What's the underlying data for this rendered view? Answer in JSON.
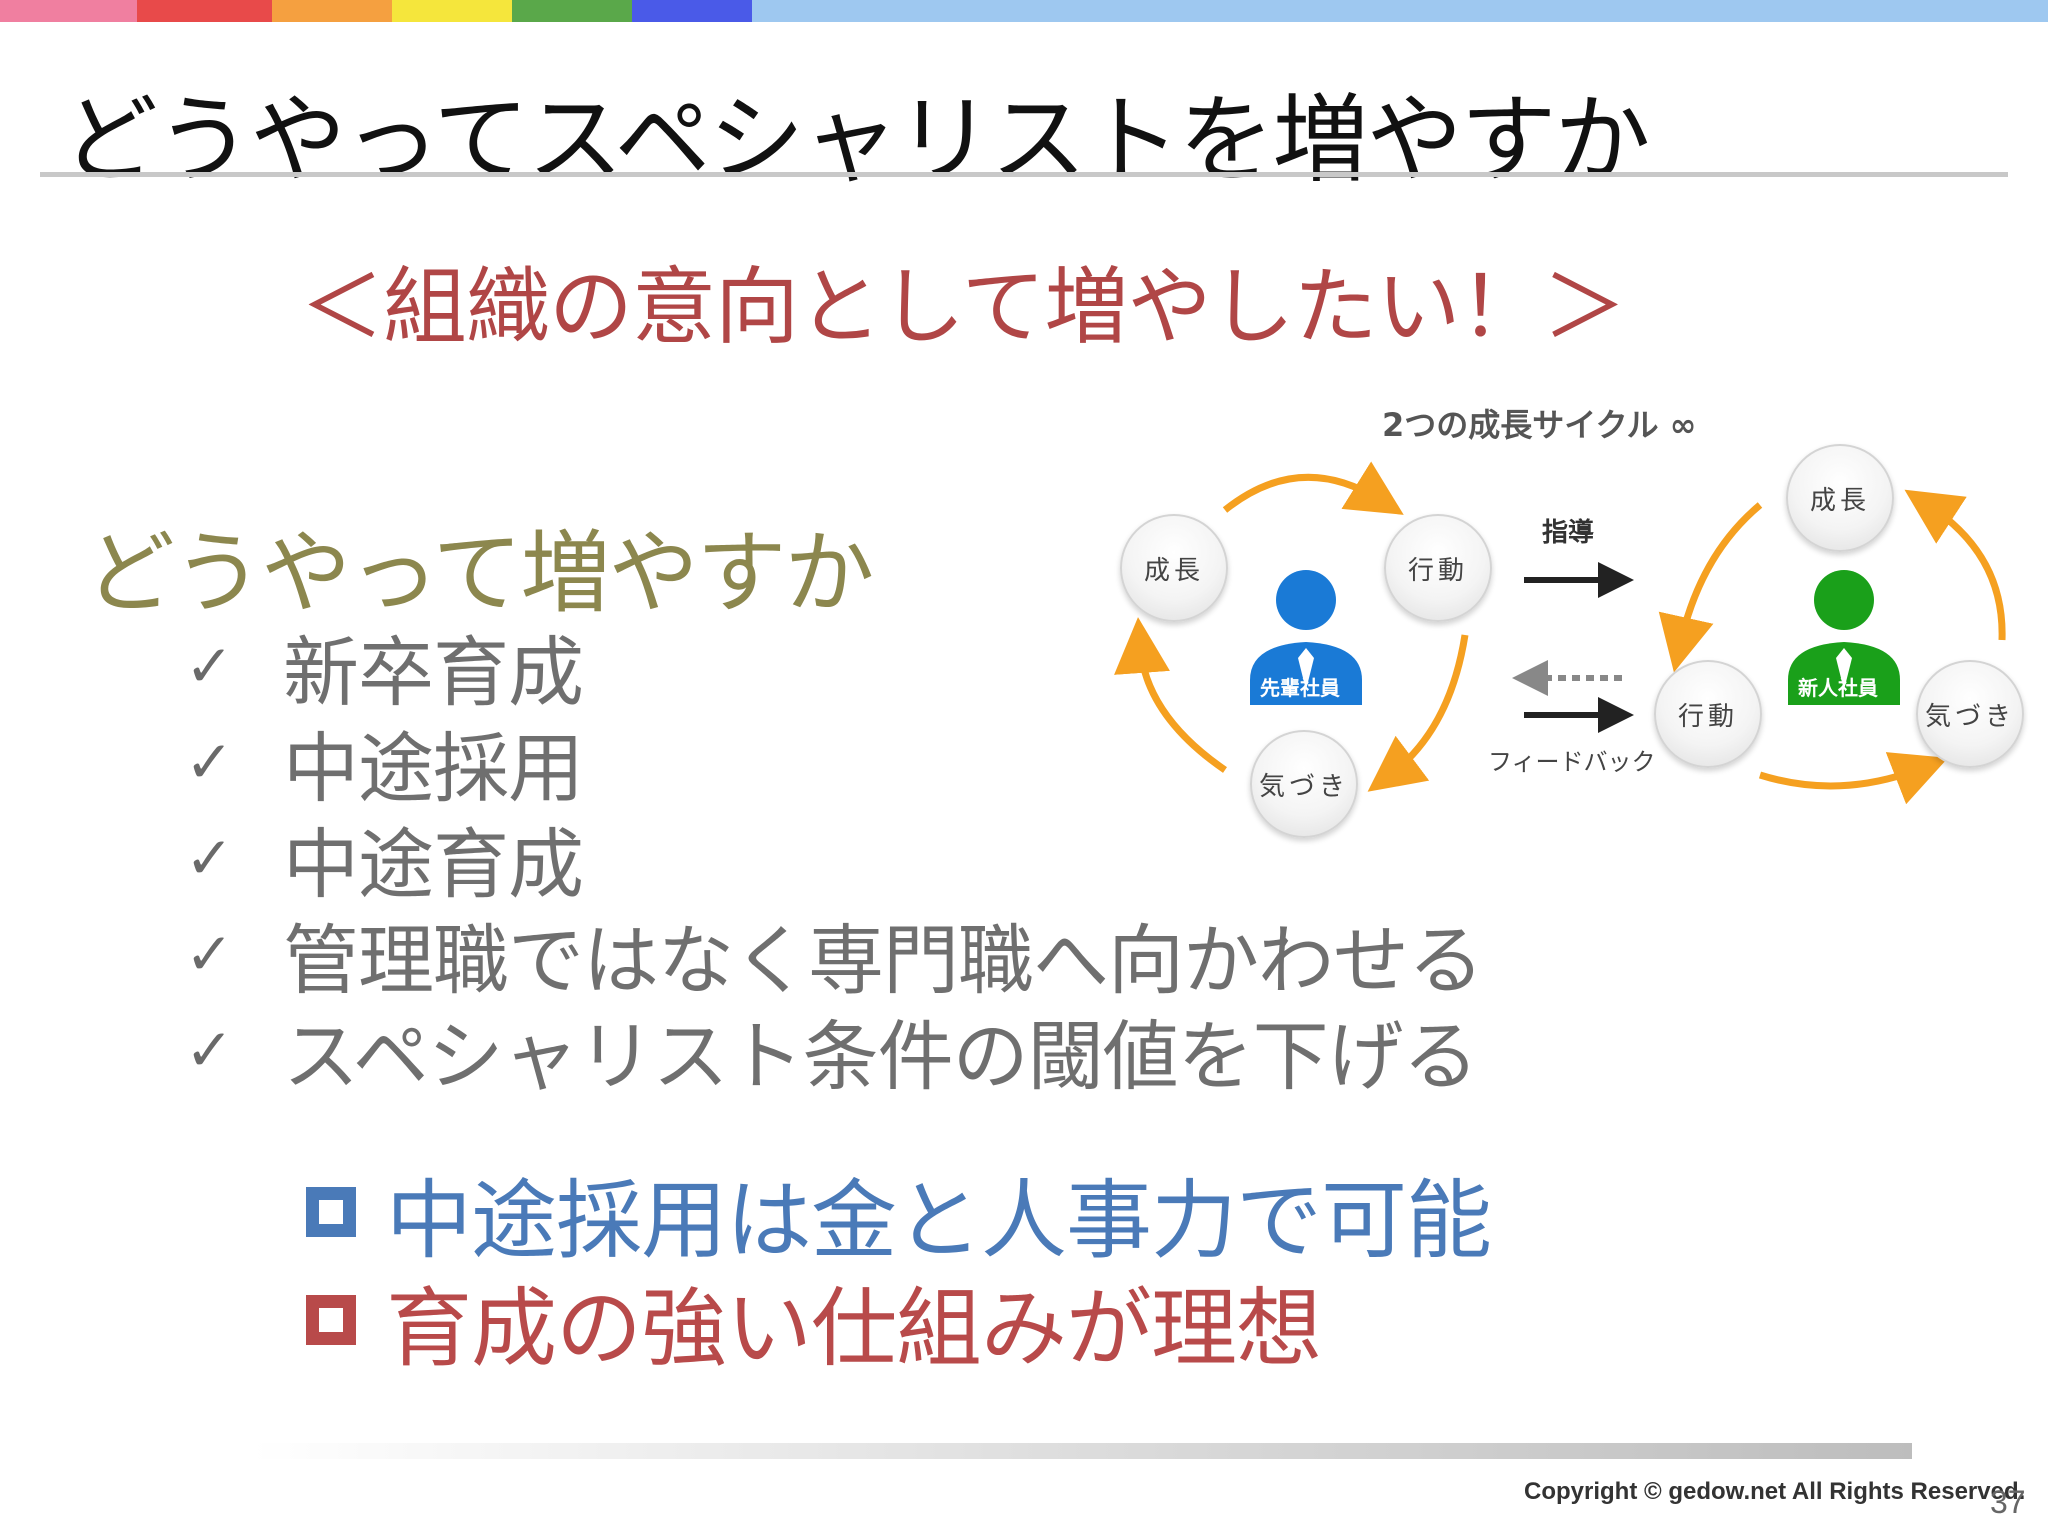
{
  "header": {
    "title": "どうやってスペシャリストを増やすか",
    "color_bar": [
      "#f07fa0",
      "#e84a4a",
      "#f5a040",
      "#f5e63c",
      "#5aa84a",
      "#4a5ae8",
      "#9ec8f0"
    ]
  },
  "subtitle": "＜組織の意向として増やしたい！＞",
  "section_heading": "どうやって増やすか",
  "bullets": [
    {
      "mark": "✓",
      "text": "新卒育成"
    },
    {
      "mark": "✓",
      "text": "中途採用"
    },
    {
      "mark": "✓",
      "text": "中途育成"
    },
    {
      "mark": "✓",
      "text": "管理職ではなく専門職へ向かわせる"
    },
    {
      "mark": "✓",
      "text": "スペシャリスト条件の閾値を下げる"
    }
  ],
  "conclusions": [
    {
      "text": "中途採用は金と人事力で可能",
      "color": "#4a7ab8"
    },
    {
      "text": "育成の強い仕組みが理想",
      "color": "#b84a4a"
    }
  ],
  "diagram": {
    "title": "2つの成長サイクル ∞",
    "left_cycle": {
      "person": "先輩社員",
      "person_color": "#1a7ad6",
      "nodes": [
        "成長",
        "行動",
        "気づき"
      ]
    },
    "right_cycle": {
      "person": "新人社員",
      "person_color": "#1aa01a",
      "nodes": [
        "成長",
        "行動",
        "気づき"
      ]
    },
    "arrow_guidance": "指導",
    "arrow_feedback": "フィードバック",
    "arrow_color": "#f5a020"
  },
  "footer": {
    "copyright": "Copyright ©  gedow.net All Rights Reserved.",
    "page_number": "37"
  }
}
